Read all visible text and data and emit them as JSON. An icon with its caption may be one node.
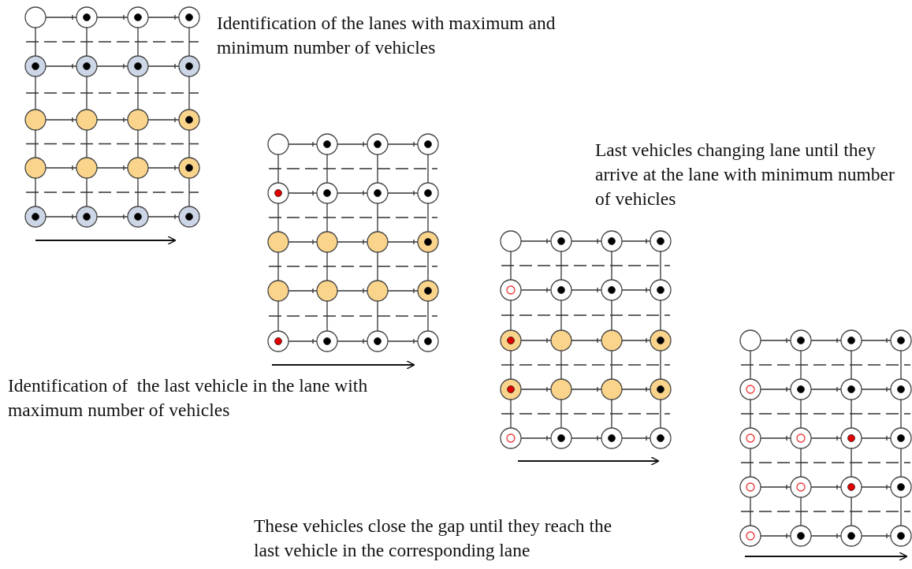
{
  "diagram": {
    "labels": [
      "Identification of the lanes with maximum and minimum number of vehicles",
      "Last vehicles changing lane until they arrive at the lane with minimum number of vehicles",
      "Identification of  the last vehicle in the lane with maximum number of vehicles",
      "These vehicles close the gap until they reach the last vehicle in the corresponding lane"
    ]
  }
}
